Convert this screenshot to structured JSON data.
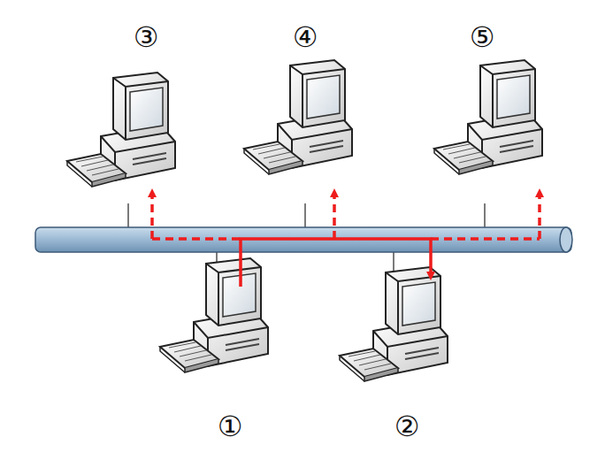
{
  "diagram": {
    "labels": [
      "③",
      "④",
      "⑤",
      "①",
      "②"
    ]
  }
}
